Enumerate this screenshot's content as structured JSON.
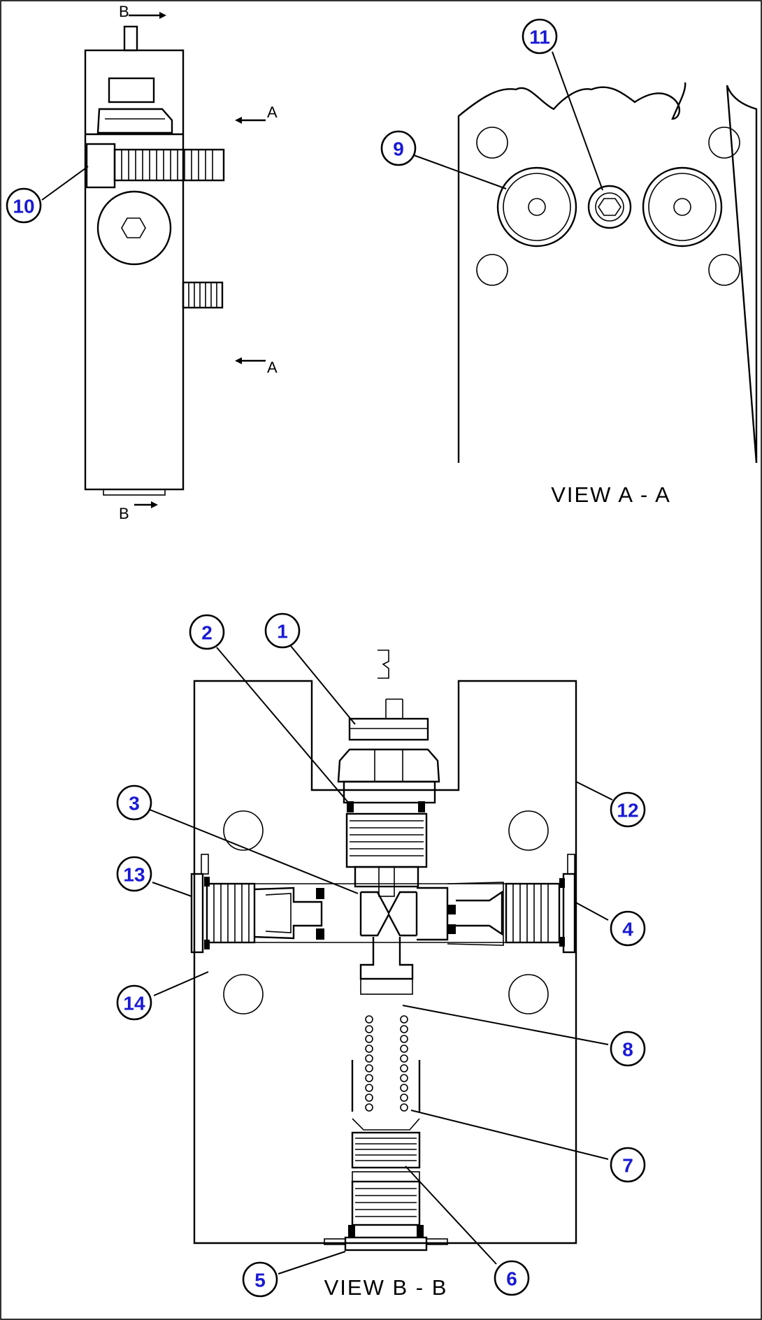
{
  "views": {
    "view_aa_label": "VIEW  A - A",
    "view_bb_label": "VIEW  B - B"
  },
  "section_marks": {
    "a_top": "A",
    "a_bottom": "A",
    "b_top": "B",
    "b_bottom": "B"
  },
  "callouts": [
    "1",
    "2",
    "3",
    "4",
    "5",
    "6",
    "7",
    "8",
    "9",
    "10",
    "11",
    "12",
    "13",
    "14"
  ],
  "colors": {
    "callout_text": "#1a1ad6",
    "line": "#000000",
    "background": "#ffffff"
  }
}
